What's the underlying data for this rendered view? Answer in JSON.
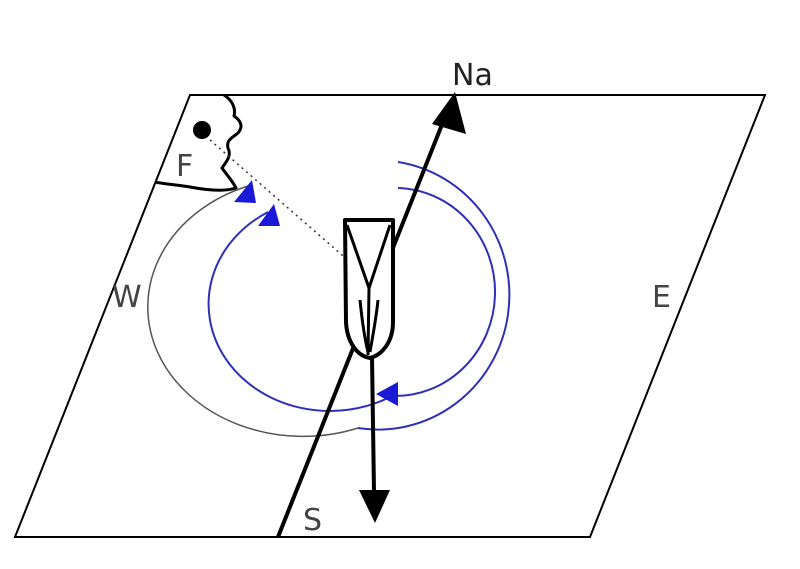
{
  "labels": {
    "north": "Na",
    "south": "S",
    "west": "W",
    "east": "E",
    "feature": "F"
  },
  "colors": {
    "ink": "#000000",
    "arc": "#2f2fb8",
    "arrow_head": "#1a1ad6",
    "text": "#444444",
    "background": "#ffffff"
  }
}
